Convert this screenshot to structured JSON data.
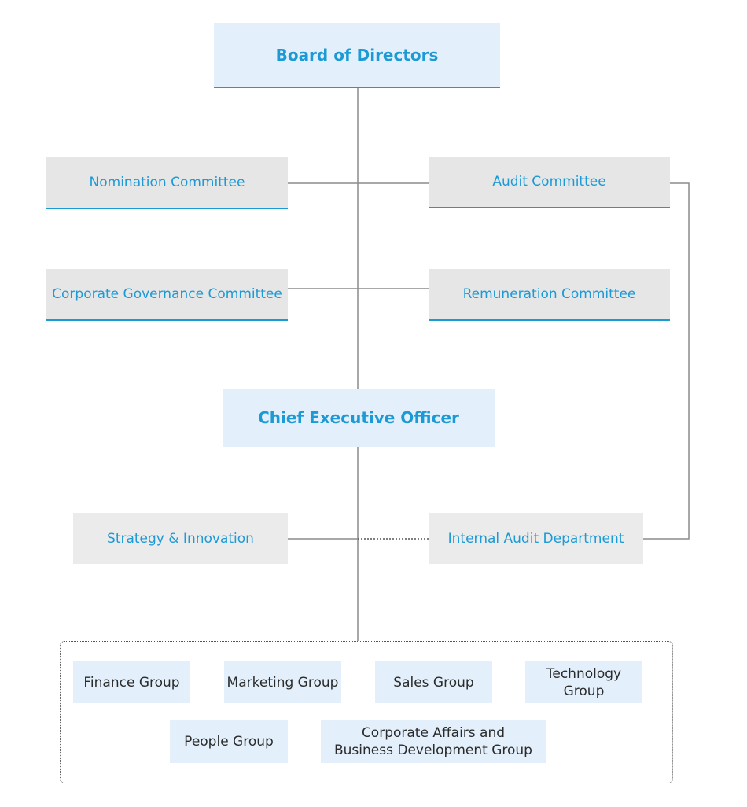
{
  "board": "Board of Directors",
  "committees": {
    "nomination": "Nomination Committee",
    "audit": "Audit Committee",
    "governance": "Corporate Governance Committee",
    "remuneration": "Remuneration Committee"
  },
  "ceo": "Chief Executive Officer",
  "units": {
    "strategy": "Strategy & Innovation",
    "internal_audit": "Internal Audit Department"
  },
  "groups": {
    "finance": "Finance Group",
    "marketing": "Marketing Group",
    "sales": "Sales Group",
    "technology": "Technology Group",
    "people": "People Group",
    "corporate_affairs": "Corporate Affairs and Business Development Group"
  },
  "colors": {
    "accent": "#1b9ad6",
    "light_blue_fill": "#e3f0fb",
    "grey_fill": "#e6e6e6",
    "connector": "#8c8c8c",
    "group_text": "#2b2b2b"
  }
}
